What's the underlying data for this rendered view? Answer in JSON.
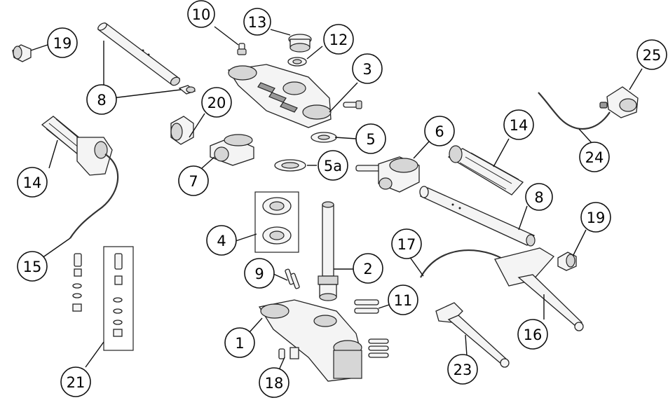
{
  "diagram": {
    "callouts": [
      {
        "id": "c-19a",
        "label": "19"
      },
      {
        "id": "c-8a",
        "label": "8"
      },
      {
        "id": "c-10",
        "label": "10"
      },
      {
        "id": "c-13",
        "label": "13"
      },
      {
        "id": "c-12",
        "label": "12"
      },
      {
        "id": "c-3",
        "label": "3"
      },
      {
        "id": "c-20",
        "label": "20"
      },
      {
        "id": "c-14a",
        "label": "14"
      },
      {
        "id": "c-7",
        "label": "7"
      },
      {
        "id": "c-5",
        "label": "5"
      },
      {
        "id": "c-5a",
        "label": "5a"
      },
      {
        "id": "c-6",
        "label": "6"
      },
      {
        "id": "c-14b",
        "label": "14"
      },
      {
        "id": "c-25",
        "label": "25"
      },
      {
        "id": "c-24",
        "label": "24"
      },
      {
        "id": "c-8b",
        "label": "8"
      },
      {
        "id": "c-19b",
        "label": "19"
      },
      {
        "id": "c-4",
        "label": "4"
      },
      {
        "id": "c-15",
        "label": "15"
      },
      {
        "id": "c-17",
        "label": "17"
      },
      {
        "id": "c-2",
        "label": "2"
      },
      {
        "id": "c-9",
        "label": "9"
      },
      {
        "id": "c-11",
        "label": "11"
      },
      {
        "id": "c-16",
        "label": "16"
      },
      {
        "id": "c-1",
        "label": "1"
      },
      {
        "id": "c-21",
        "label": "21"
      },
      {
        "id": "c-18",
        "label": "18"
      },
      {
        "id": "c-23",
        "label": "23"
      }
    ]
  }
}
